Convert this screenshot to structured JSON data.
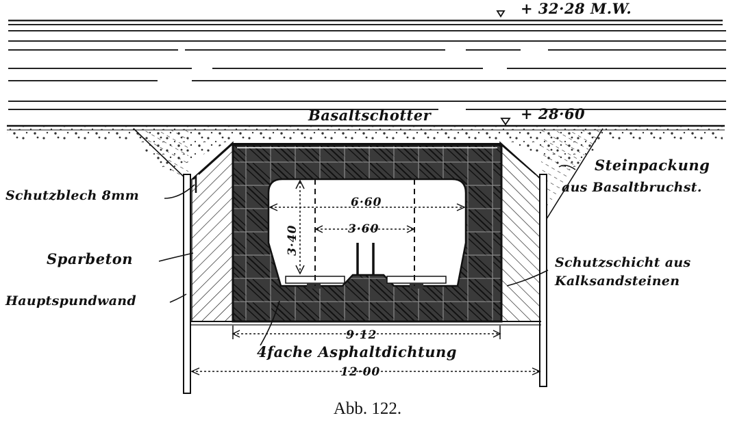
{
  "figure": {
    "caption": "Abb. 122.",
    "labels": {
      "water_level": "+ 32·28 M.W.",
      "bed_level": "+ 28·60",
      "basalt_gravel": "Basaltschotter",
      "stone_packing_line1": "Steinpackung",
      "stone_packing_line2": "aus Basaltbruchst.",
      "protective_plate": "Schutzblech 8mm",
      "lean_concrete": "Sparbeton",
      "main_sheet_pile_wall": "Hauptspundwand",
      "protective_layer_line1": "Schutzschicht aus",
      "protective_layer_line2": "Kalksandsteinen",
      "asphalt_sealing": "4fache Asphaltdichtung"
    },
    "dimensions": {
      "inner_width": "6·60",
      "track_spacing": "3·60",
      "inner_height": "3·40",
      "box_width": "9·12",
      "total_width": "12·00"
    }
  }
}
